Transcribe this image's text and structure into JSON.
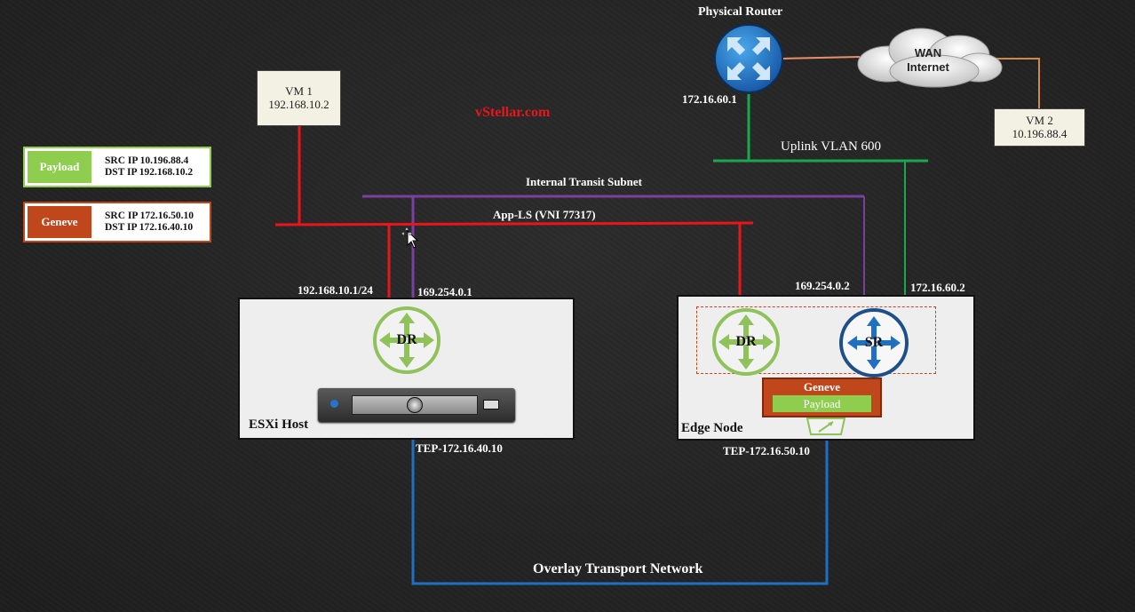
{
  "watermark": "vStellar.com",
  "physical_router": {
    "title": "Physical Router",
    "ip": "172.16.60.1"
  },
  "wan": {
    "line1": "WAN",
    "line2": "Internet"
  },
  "vm1": {
    "name": "VM 1",
    "ip": "192.168.10.2"
  },
  "vm2": {
    "name": "VM 2",
    "ip": "10.196.88.4"
  },
  "legend": {
    "payload": {
      "label": "Payload",
      "src": "SRC IP 10.196.88.4",
      "dst": "DST IP 192.168.10.2",
      "color": "#8fcd4f"
    },
    "geneve": {
      "label": "Geneve",
      "src": "SRC IP 172.16.50.10",
      "dst": "DST IP 172.16.40.10",
      "color": "#c0461c"
    }
  },
  "segments": {
    "uplink_vlan": "Uplink VLAN 600",
    "internal_transit": "Internal Transit Subnet",
    "app_ls": "App-LS (VNI 77317)",
    "overlay": "Overlay Transport Network"
  },
  "esxi": {
    "title": "ESXi Host",
    "dr_label": "DR",
    "gateway_ip": "192.168.10.1/24",
    "transit_ip": "169.254.0.1",
    "tep": "TEP-172.16.40.10"
  },
  "edge": {
    "title": "Edge Node",
    "dr_label": "DR",
    "sr_label": "SR",
    "transit_ip": "169.254.0.2",
    "uplink_ip": "172.16.60.2",
    "tep": "TEP-172.16.50.10",
    "packet_outer": "Geneve",
    "packet_inner": "Payload"
  },
  "colors": {
    "app_ls": "#e8151b",
    "transit": "#7b3fa0",
    "uplink": "#1aa84f",
    "overlay": "#1f6fc4",
    "wan_link": "#e8906a",
    "vm2_link": "#d08a45",
    "dr_green": "#8fc25a",
    "sr_blue": "#1f6fc4"
  }
}
